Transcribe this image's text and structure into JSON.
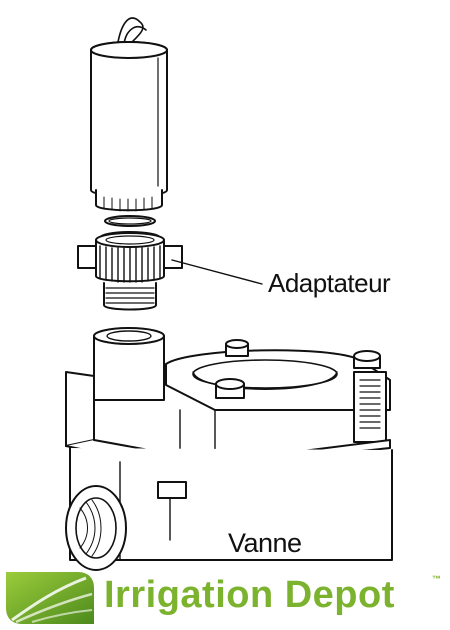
{
  "labels": {
    "adapter": "Adaptateur",
    "valve": "Vanne"
  },
  "brand": {
    "name": "Irrigation Depot",
    "trademark": "™",
    "color": "#7cb32e",
    "logo_icon": "irrigation-depot-leaf-logo"
  },
  "diagram": {
    "parts": [
      "solenoid",
      "o-ring",
      "adapter",
      "valve"
    ],
    "line_color": "#111111"
  }
}
